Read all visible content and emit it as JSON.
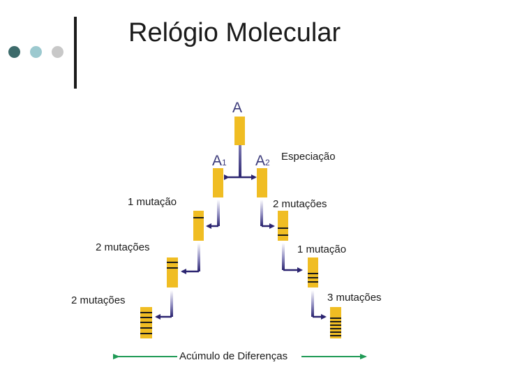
{
  "header": {
    "title": "Relógio Molecular",
    "dot_colors": [
      "#3d6b6b",
      "#9cc9cf",
      "#c8c8c8"
    ]
  },
  "diagram": {
    "ancestor": {
      "letter": "A"
    },
    "branch_left": {
      "letter": "A",
      "index": "1"
    },
    "branch_right": {
      "letter": "A",
      "index": "2"
    },
    "speciation_label": "Especiação",
    "left_steps": [
      {
        "label": "1 mutação",
        "mutations": 1
      },
      {
        "label": "2 mutações",
        "mutations": 2
      },
      {
        "label": "2 mutações",
        "mutations": 2
      }
    ],
    "right_steps": [
      {
        "label": "2 mutações",
        "mutations": 2
      },
      {
        "label": "1 mutação",
        "mutations": 1
      },
      {
        "label": "3 mutações",
        "mutations": 3
      }
    ],
    "footer_label": "Acúmulo de Diferenças",
    "colors": {
      "chromosome": "#f0bd23",
      "arrow": "#2b2470",
      "accumulation_arrow": "#1f9a55",
      "band": "#1a1a1a"
    }
  }
}
